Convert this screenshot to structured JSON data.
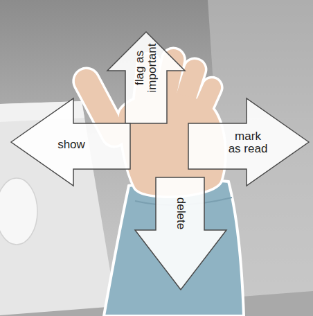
{
  "diagram": {
    "nodes": [
      {
        "text": [
          "flag as important"
        ]
      },
      {
        "text": [
          "show"
        ]
      },
      {
        "text": [
          "mark as read"
        ]
      },
      {
        "text": [
          "delete"
        ]
      }
    ]
  }
}
